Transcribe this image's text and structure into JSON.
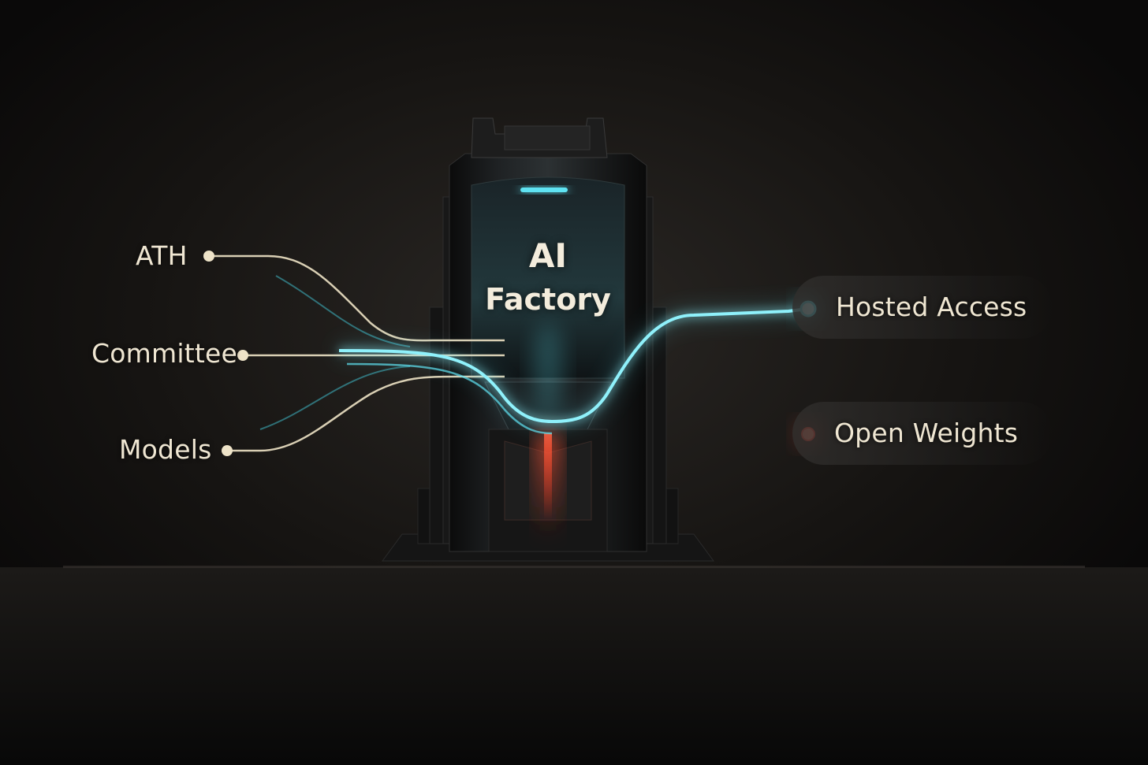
{
  "factory": {
    "title_line1": "AI",
    "title_line2": "Factory"
  },
  "inputs": [
    {
      "label": "ATH"
    },
    {
      "label": "Committee"
    },
    {
      "label": "Models"
    }
  ],
  "outputs": [
    {
      "label": "Hosted Access",
      "color": "#5fe3f2"
    },
    {
      "label": "Open Weights",
      "color": "#ff4a3a"
    }
  ],
  "colors": {
    "background": "#0d0c0b",
    "input_line": "#d9cfb4",
    "cyan_flow": "#5fe3f2",
    "red_flow": "#ff4a3a"
  }
}
